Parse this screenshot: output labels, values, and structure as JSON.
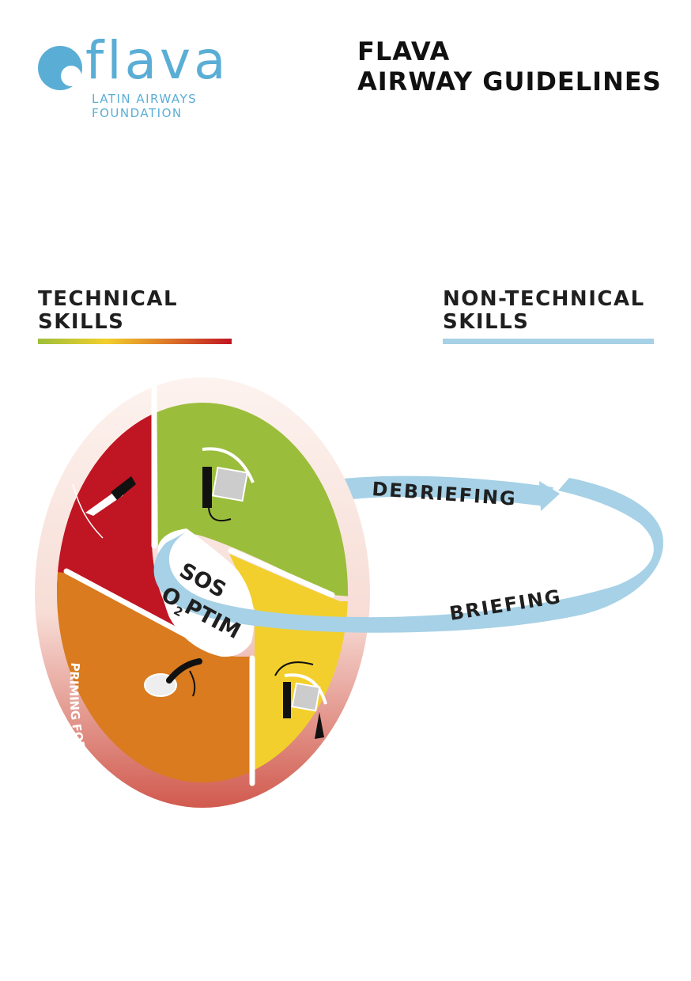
{
  "logo": {
    "wordmark": "flava",
    "subtitle_line1": "LATIN AIRWAYS",
    "subtitle_line2": "FOUNDATION"
  },
  "title": {
    "line1": "FLAVA",
    "line2": "AIRWAY GUIDELINES"
  },
  "technical_skills": {
    "line1": "TECHNICAL",
    "line2": "SKILLS"
  },
  "non_technical_skills": {
    "line1": "NON-TECHNICAL",
    "line2": "SKILLS"
  },
  "diagram": {
    "center_line1": "SOS",
    "center_line2_a": "O",
    "center_line2_sub": "2",
    "center_line2_b": "PTIM",
    "rim_label": "PRIMING FOR RESCUE PLAN / AWAKENING",
    "loop_top_label": "DEBRIEFING",
    "loop_bottom_label": "BRIEFING",
    "segments": [
      {
        "name": "surgical-airway",
        "icon": "scalpel-icon",
        "color": "#c01522"
      },
      {
        "name": "direct-laryngoscopy",
        "icon": "videolaryngoscope-icon",
        "color": "#9bbd3c"
      },
      {
        "name": "videolaryngoscopy-bougie",
        "icon": "videolaryngoscope-bougie-icon",
        "color": "#f2cf2c"
      },
      {
        "name": "supraglottic-device",
        "icon": "laryngeal-mask-icon",
        "color": "#d97b1e"
      }
    ],
    "colors": {
      "loop": "#a6d1e6",
      "rim_light": "#fbeeea",
      "rim_dark": "#d15a4e",
      "text": "#1f1f1f"
    }
  }
}
